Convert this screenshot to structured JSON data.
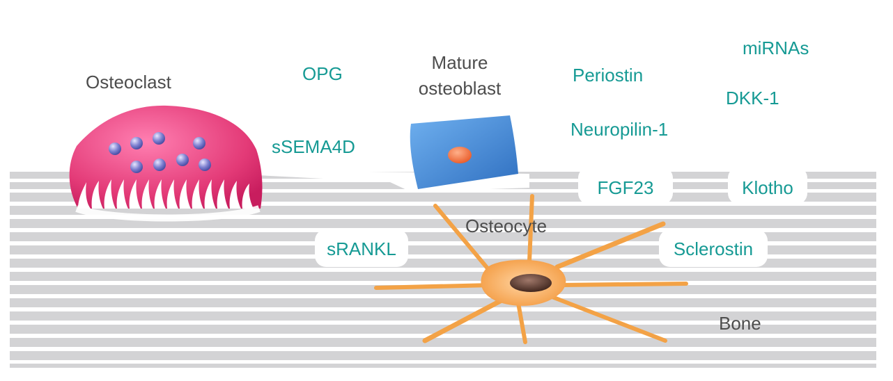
{
  "cells": {
    "osteoclast": "Osteoclast",
    "osteoblast_line1": "Mature",
    "osteoblast_line2": "osteoblast",
    "osteocyte": "Osteocyte",
    "bone": "Bone"
  },
  "factors": {
    "opg": "OPG",
    "ssema4d": "sSEMA4D",
    "periostin": "Periostin",
    "neuropilin": "Neuropilin-1",
    "mirnas": "miRNAs",
    "dkk1": "DKK-1",
    "fgf23": "FGF23",
    "klotho": "Klotho",
    "srankl": "sRANKL",
    "sclerostin": "Sclerostin"
  },
  "colors": {
    "factor_text": "#169a94",
    "cell_label_text": "#4d4d4d",
    "bone_stripe": "#d2d2d4",
    "osteoclast_body": "#e8407a",
    "osteoblast_body": "#3f86d2",
    "osteocyte_body": "#f2a64f"
  },
  "icons": {
    "osteoclast": "osteoclast-cell-icon",
    "osteoblast": "osteoblast-cell-icon",
    "osteocyte": "osteocyte-cell-icon"
  }
}
